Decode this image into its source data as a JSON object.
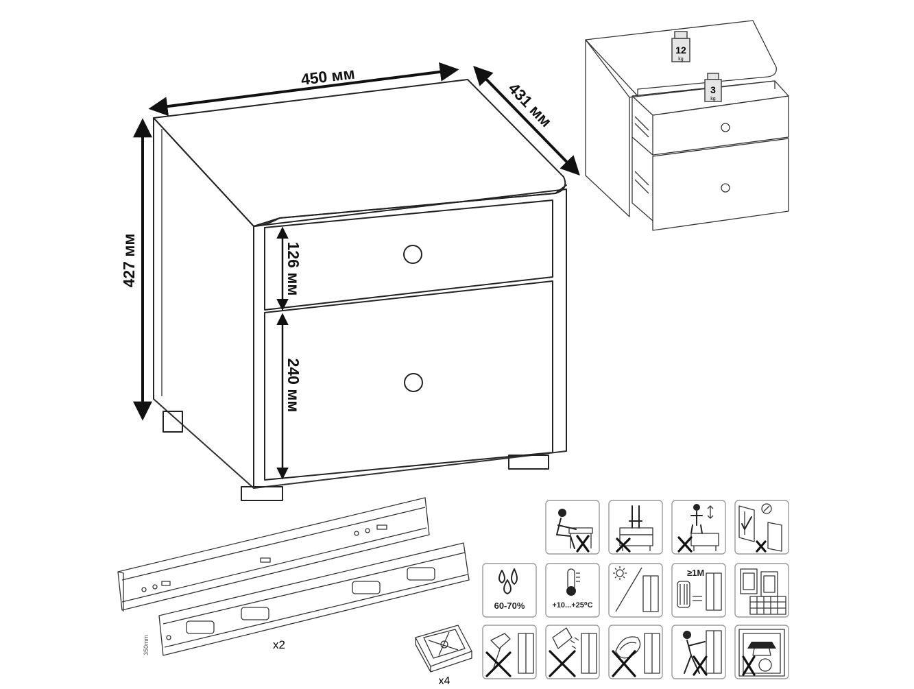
{
  "dimensions": {
    "width": "450 мм",
    "depth": "431 мм",
    "height": "427 мм",
    "top_drawer": "126 мм",
    "bottom_drawer": "240 мм"
  },
  "load_limits": {
    "top_surface": "12",
    "drawer": "3",
    "unit": "kg"
  },
  "hardware": {
    "slide_length": "350mm",
    "slide_quantity": "x2",
    "feet_quantity": "x4"
  },
  "care_icons": {
    "humidity": "60-70%",
    "temperature": "+10...+25⁰C",
    "distance": "≥1M"
  },
  "pictograms": [
    "no-sitting-icon",
    "no-hanging-icon",
    "no-standing-icon",
    "anchor-to-wall-icon",
    "humidity-icon",
    "temperature-icon",
    "no-direct-sunlight-icon",
    "distance-from-heater-icon",
    "assembly-area-icon",
    "no-sharp-tools-icon",
    "no-chemical-spray-icon",
    "no-abrasive-cleaning-icon",
    "no-pushing-icon",
    "no-overload-icon"
  ]
}
